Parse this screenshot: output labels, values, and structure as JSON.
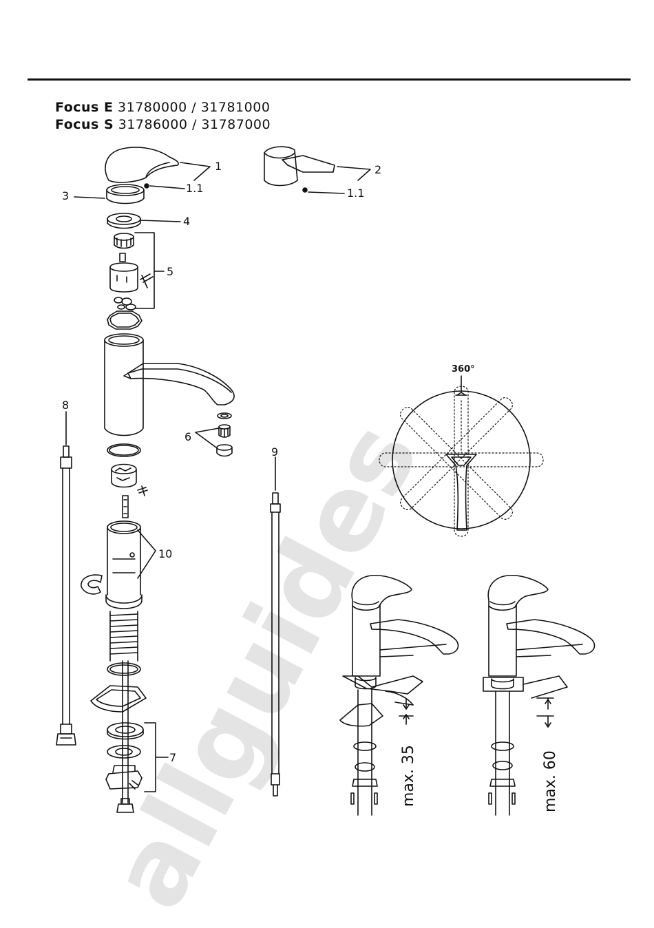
{
  "header": {
    "line1_model": "Focus E",
    "line1_codes": "31780000 / 31781000",
    "line2_model": "Focus S",
    "line2_codes": "31786000 / 31787000"
  },
  "part_labels": {
    "p1": "1",
    "p1_1a": "1.1",
    "p2": "2",
    "p1_1b": "1.1",
    "p3": "3",
    "p4": "4",
    "p5": "5",
    "p6": "6",
    "p7": "7",
    "p8": "8",
    "p9": "9",
    "p10": "10"
  },
  "rotation": {
    "angle": "360°"
  },
  "installation": {
    "max_a": "max. 35",
    "max_b": "max. 60"
  },
  "watermark": "allguides"
}
